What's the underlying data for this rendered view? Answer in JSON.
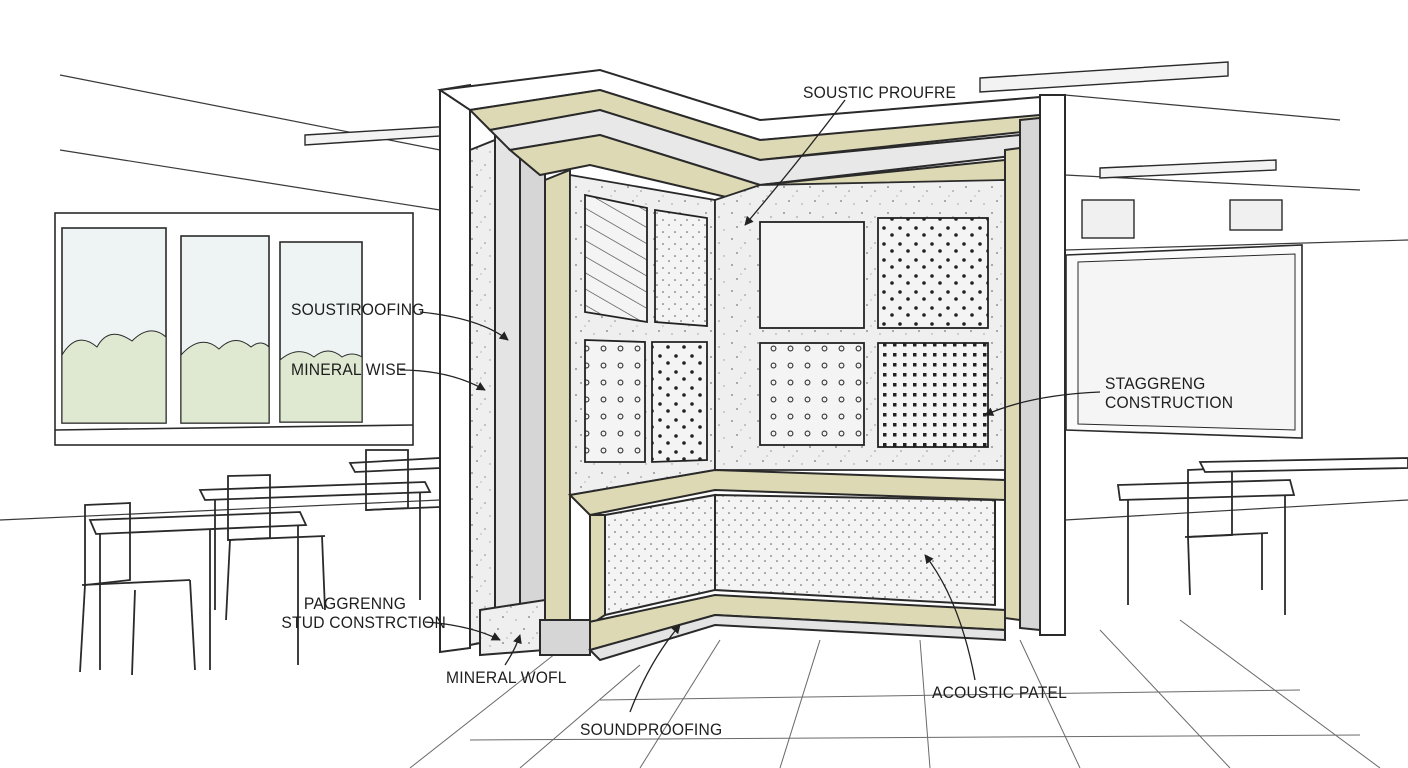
{
  "colors": {
    "ink": "#2a2a2a",
    "insulation": "#ddd9b4",
    "concrete": "#ededed",
    "foliage": "#dfe9d2",
    "glass": "#eef3f3",
    "paper": "#ffffff"
  },
  "labels": {
    "top": "SOUSTIC PROUFRE",
    "left_upper": "SOUSTIROOFING",
    "left_mid": "MINERAL WISE",
    "left_lower_1": "PAGGRENNG",
    "left_lower_2": "STUD CONSTRCTION",
    "bottom_left": "MINERAL WOFL",
    "bottom_center": "SOUNDPROOFING",
    "right_upper_1": "STAGGRENG",
    "right_upper_2": "CONSTRUCTION",
    "bottom_right": "ACOUSTIC PATEL"
  }
}
